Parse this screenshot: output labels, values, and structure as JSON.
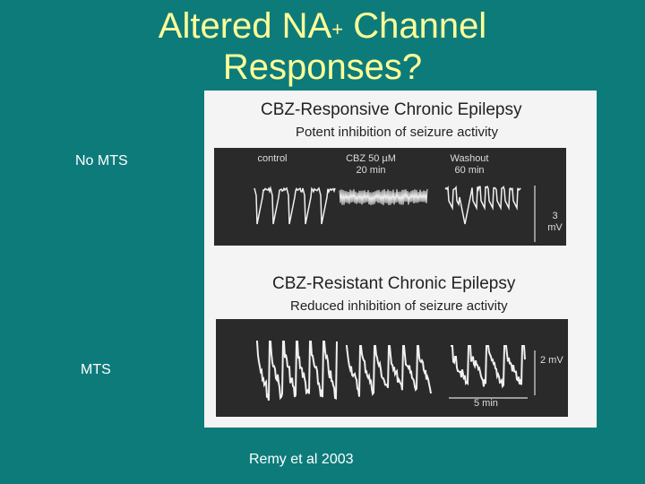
{
  "slide": {
    "title_line1_pre": "Altered NA",
    "title_sup": "+",
    "title_line1_post": " Channel",
    "title_line2": "Responses?",
    "label_top": "No MTS",
    "label_bottom": "MTS",
    "citation": "Remy et al 2003"
  },
  "figure": {
    "top": {
      "heading": "CBZ-Responsive Chronic Epilepsy",
      "subheading": "Potent inhibition of seizure activity",
      "conditions": [
        {
          "line1": "control",
          "line2": ""
        },
        {
          "line1": "CBZ 50 µM",
          "line2": "20 min"
        },
        {
          "line1": "Washout",
          "line2": "60 min"
        }
      ],
      "scale": "3 mV"
    },
    "bottom": {
      "heading": "CBZ-Resistant Chronic Epilepsy",
      "subheading": "Reduced inhibition of seizure activity",
      "scale": "2 mV",
      "time_scale": "5 min"
    }
  }
}
